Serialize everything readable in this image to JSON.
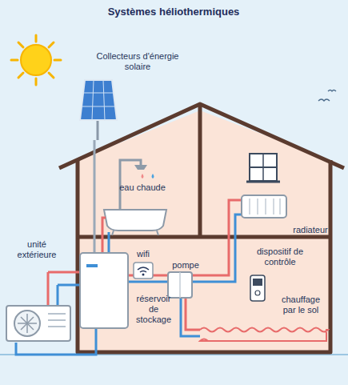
{
  "diagram": {
    "title": "Systèmes héliothermiques",
    "labels": [
      "Collecteurs d'énergie solaire",
      "eau chaude",
      "radiateur",
      "unité extérieure",
      "wifi",
      "pompe",
      "dispositif de contrôle",
      "réservoir de stockage",
      "chauffage par le sol"
    ]
  }
}
